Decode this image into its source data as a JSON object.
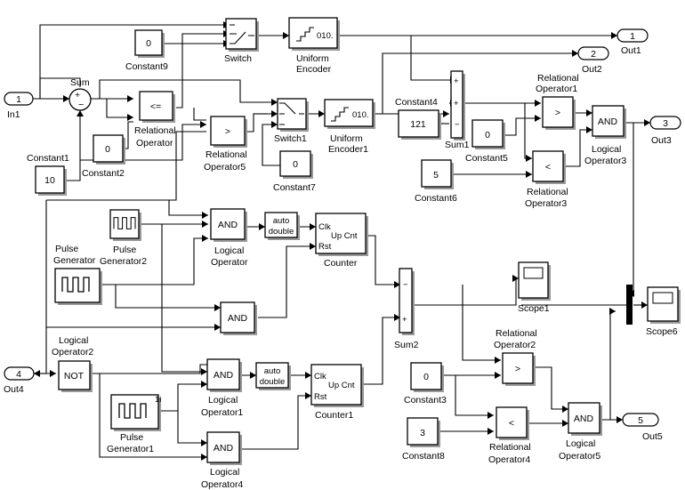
{
  "model": {
    "ports_in": [
      {
        "id": "in1",
        "number": "1",
        "label": "In1"
      }
    ],
    "ports_out": [
      {
        "id": "out1",
        "number": "1",
        "label": "Out1"
      },
      {
        "id": "out2",
        "number": "2",
        "label": "Out2"
      },
      {
        "id": "out3",
        "number": "3",
        "label": "Out3"
      },
      {
        "id": "out4",
        "number": "4",
        "label": "Out4"
      },
      {
        "id": "out5",
        "number": "5",
        "label": "Out5"
      }
    ],
    "constants": [
      {
        "id": "constant9",
        "value": "0",
        "label": "Constant9"
      },
      {
        "id": "constant2",
        "value": "0",
        "label": "Constant2"
      },
      {
        "id": "constant1",
        "value": "10",
        "label": "Constant1"
      },
      {
        "id": "constant7",
        "value": "0",
        "label": "Constant7"
      },
      {
        "id": "constant4",
        "value": "121",
        "label": "Constant4"
      },
      {
        "id": "constant5",
        "value": "0",
        "label": "Constant5"
      },
      {
        "id": "constant6",
        "value": "5",
        "label": "Constant6"
      },
      {
        "id": "constant3",
        "value": "0",
        "label": "Constant3"
      },
      {
        "id": "constant8",
        "value": "3",
        "label": "Constant8"
      }
    ],
    "blocks": {
      "switch": {
        "label": "Switch"
      },
      "switch1": {
        "label": "Switch1"
      },
      "uniform_encoder": {
        "text": "010.",
        "label": "Uniform Encoder"
      },
      "uniform_encoder1": {
        "text": "010.",
        "label": "Uniform Encoder1"
      },
      "sum": {
        "label": "Sum"
      },
      "sum1": {
        "label": "Sum1"
      },
      "sum2": {
        "label": "Sum2"
      },
      "relational_operator": {
        "op": "<=",
        "label": "Relational Operator"
      },
      "relational_operator5": {
        "op": ">",
        "label": "Relational Operator5"
      },
      "relational_operator1": {
        "op": ">",
        "label": "Relational Operator1"
      },
      "relational_operator3": {
        "op": "<",
        "label": "Relational Operator3"
      },
      "relational_operator2": {
        "op": ">",
        "label": "Relational Operator2"
      },
      "relational_operator4": {
        "op": "<",
        "label": "Relational Operator4"
      },
      "logical_operator": {
        "op": "AND",
        "label": "Logical Operator"
      },
      "logical_operator_mid": {
        "op": "AND"
      },
      "logical_operator1": {
        "op": "AND",
        "label": "Logical Operator1"
      },
      "logical_operator4": {
        "op": "AND",
        "label": "Logical Operator4"
      },
      "logical_operator3": {
        "op": "AND",
        "label": "Logical Operator3"
      },
      "logical_operator5": {
        "op": "AND",
        "label": "Logical Operator5"
      },
      "logical_operator2": {
        "op": "NOT",
        "label": "Logical Operator2"
      },
      "conv1": {
        "line1": "auto",
        "line2": "double"
      },
      "conv2": {
        "line1": "auto",
        "line2": "double"
      },
      "counter": {
        "clk": "Clk",
        "rst": "Rst",
        "cnt": "Up Cnt",
        "label": "Counter"
      },
      "counter1": {
        "clk": "Clk",
        "rst": "Rst",
        "cnt": "Up Cnt",
        "label": "Counter1"
      },
      "pulse_generator": {
        "label": "Pulse Generator"
      },
      "pulse_generator1": {
        "label": "Pulse Generator1",
        "extra": "1i"
      },
      "pulse_generator2": {
        "label": "Pulse Generator2"
      },
      "scope1": {
        "label": "Scope1"
      },
      "scope6": {
        "label": "Scope6"
      }
    }
  }
}
